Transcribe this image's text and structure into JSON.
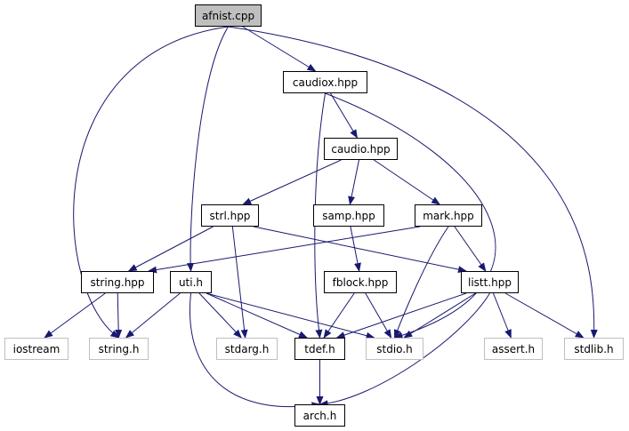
{
  "diagram": {
    "colors": {
      "edge": "#191970",
      "node_border": "#000000",
      "external_border": "#bfbfbf",
      "root_fill": "#bfbfbf"
    },
    "nodes": [
      {
        "id": "afnist_cpp",
        "label": "afnist.cpp",
        "kind": "root"
      },
      {
        "id": "caudiox_hpp",
        "label": "caudiox.hpp",
        "kind": "internal"
      },
      {
        "id": "caudio_hpp",
        "label": "caudio.hpp",
        "kind": "internal"
      },
      {
        "id": "strl_hpp",
        "label": "strl.hpp",
        "kind": "internal"
      },
      {
        "id": "samp_hpp",
        "label": "samp.hpp",
        "kind": "internal"
      },
      {
        "id": "mark_hpp",
        "label": "mark.hpp",
        "kind": "internal"
      },
      {
        "id": "string_hpp",
        "label": "string.hpp",
        "kind": "internal"
      },
      {
        "id": "uti_h",
        "label": "uti.h",
        "kind": "internal"
      },
      {
        "id": "fblock_hpp",
        "label": "fblock.hpp",
        "kind": "internal"
      },
      {
        "id": "listt_hpp",
        "label": "listt.hpp",
        "kind": "internal"
      },
      {
        "id": "iostream",
        "label": "iostream",
        "kind": "external"
      },
      {
        "id": "string_h",
        "label": "string.h",
        "kind": "external"
      },
      {
        "id": "stdarg_h",
        "label": "stdarg.h",
        "kind": "external"
      },
      {
        "id": "tdef_h",
        "label": "tdef.h",
        "kind": "internal"
      },
      {
        "id": "stdio_h",
        "label": "stdio.h",
        "kind": "external"
      },
      {
        "id": "assert_h",
        "label": "assert.h",
        "kind": "external"
      },
      {
        "id": "stdlib_h",
        "label": "stdlib.h",
        "kind": "external"
      },
      {
        "id": "arch_h",
        "label": "arch.h",
        "kind": "internal"
      }
    ],
    "edges": [
      [
        "afnist_cpp",
        "caudiox_hpp"
      ],
      [
        "afnist_cpp",
        "uti_h"
      ],
      [
        "afnist_cpp",
        "string_h"
      ],
      [
        "afnist_cpp",
        "stdlib_h"
      ],
      [
        "caudiox_hpp",
        "caudio_hpp"
      ],
      [
        "caudiox_hpp",
        "tdef_h"
      ],
      [
        "caudiox_hpp",
        "stdio_h"
      ],
      [
        "caudio_hpp",
        "strl_hpp"
      ],
      [
        "caudio_hpp",
        "samp_hpp"
      ],
      [
        "caudio_hpp",
        "mark_hpp"
      ],
      [
        "strl_hpp",
        "string_hpp"
      ],
      [
        "strl_hpp",
        "stdarg_h"
      ],
      [
        "strl_hpp",
        "listt_hpp"
      ],
      [
        "samp_hpp",
        "fblock_hpp"
      ],
      [
        "mark_hpp",
        "string_hpp"
      ],
      [
        "mark_hpp",
        "listt_hpp"
      ],
      [
        "mark_hpp",
        "stdio_h"
      ],
      [
        "string_hpp",
        "iostream"
      ],
      [
        "string_hpp",
        "string_h"
      ],
      [
        "uti_h",
        "string_h"
      ],
      [
        "uti_h",
        "stdarg_h"
      ],
      [
        "uti_h",
        "tdef_h"
      ],
      [
        "uti_h",
        "stdio_h"
      ],
      [
        "uti_h",
        "arch_h"
      ],
      [
        "fblock_hpp",
        "tdef_h"
      ],
      [
        "fblock_hpp",
        "stdio_h"
      ],
      [
        "listt_hpp",
        "tdef_h"
      ],
      [
        "listt_hpp",
        "stdio_h"
      ],
      [
        "listt_hpp",
        "assert_h"
      ],
      [
        "listt_hpp",
        "stdlib_h"
      ],
      [
        "listt_hpp",
        "arch_h"
      ],
      [
        "tdef_h",
        "arch_h"
      ]
    ]
  }
}
